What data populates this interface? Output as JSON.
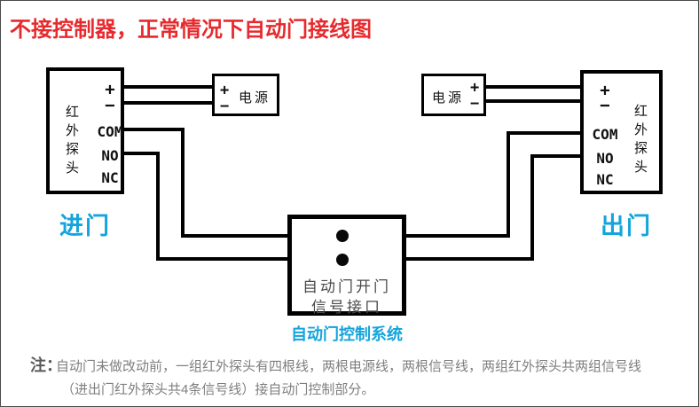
{
  "title": "不接控制器，正常情况下自动门接线图",
  "colors": {
    "title_red": "#e72a2d",
    "label_cyan": "#15a4db",
    "wire_black": "#010101",
    "note_gray": "#7f7f7f",
    "interface_text_gray": "#4b4b4b"
  },
  "diagram": {
    "entry": {
      "sensor_label": "红外探头",
      "terminals": [
        "+",
        "−",
        "COM",
        "NO",
        "NC"
      ],
      "door": "进门"
    },
    "exit": {
      "sensor_label": "红外探头",
      "terminals": [
        "+",
        "−",
        "COM",
        "NO",
        "NC"
      ],
      "door": "出门"
    },
    "power_left": {
      "label": "电源",
      "plus": "+",
      "minus": "−"
    },
    "power_right": {
      "label": "电源",
      "plus": "+",
      "minus": "−"
    },
    "controller": {
      "line1": "自动门开门",
      "line2": "信号接口",
      "caption": "自动门控制系统"
    }
  },
  "note": {
    "prefix": "注：",
    "line1": "自动门未做改动前，一组红外探头有四根线，两根电源线，两根信号线，两组红外探头共两组信号线",
    "line2": "（进出门红外探头共4条信号线）接自动门控制部分。"
  }
}
